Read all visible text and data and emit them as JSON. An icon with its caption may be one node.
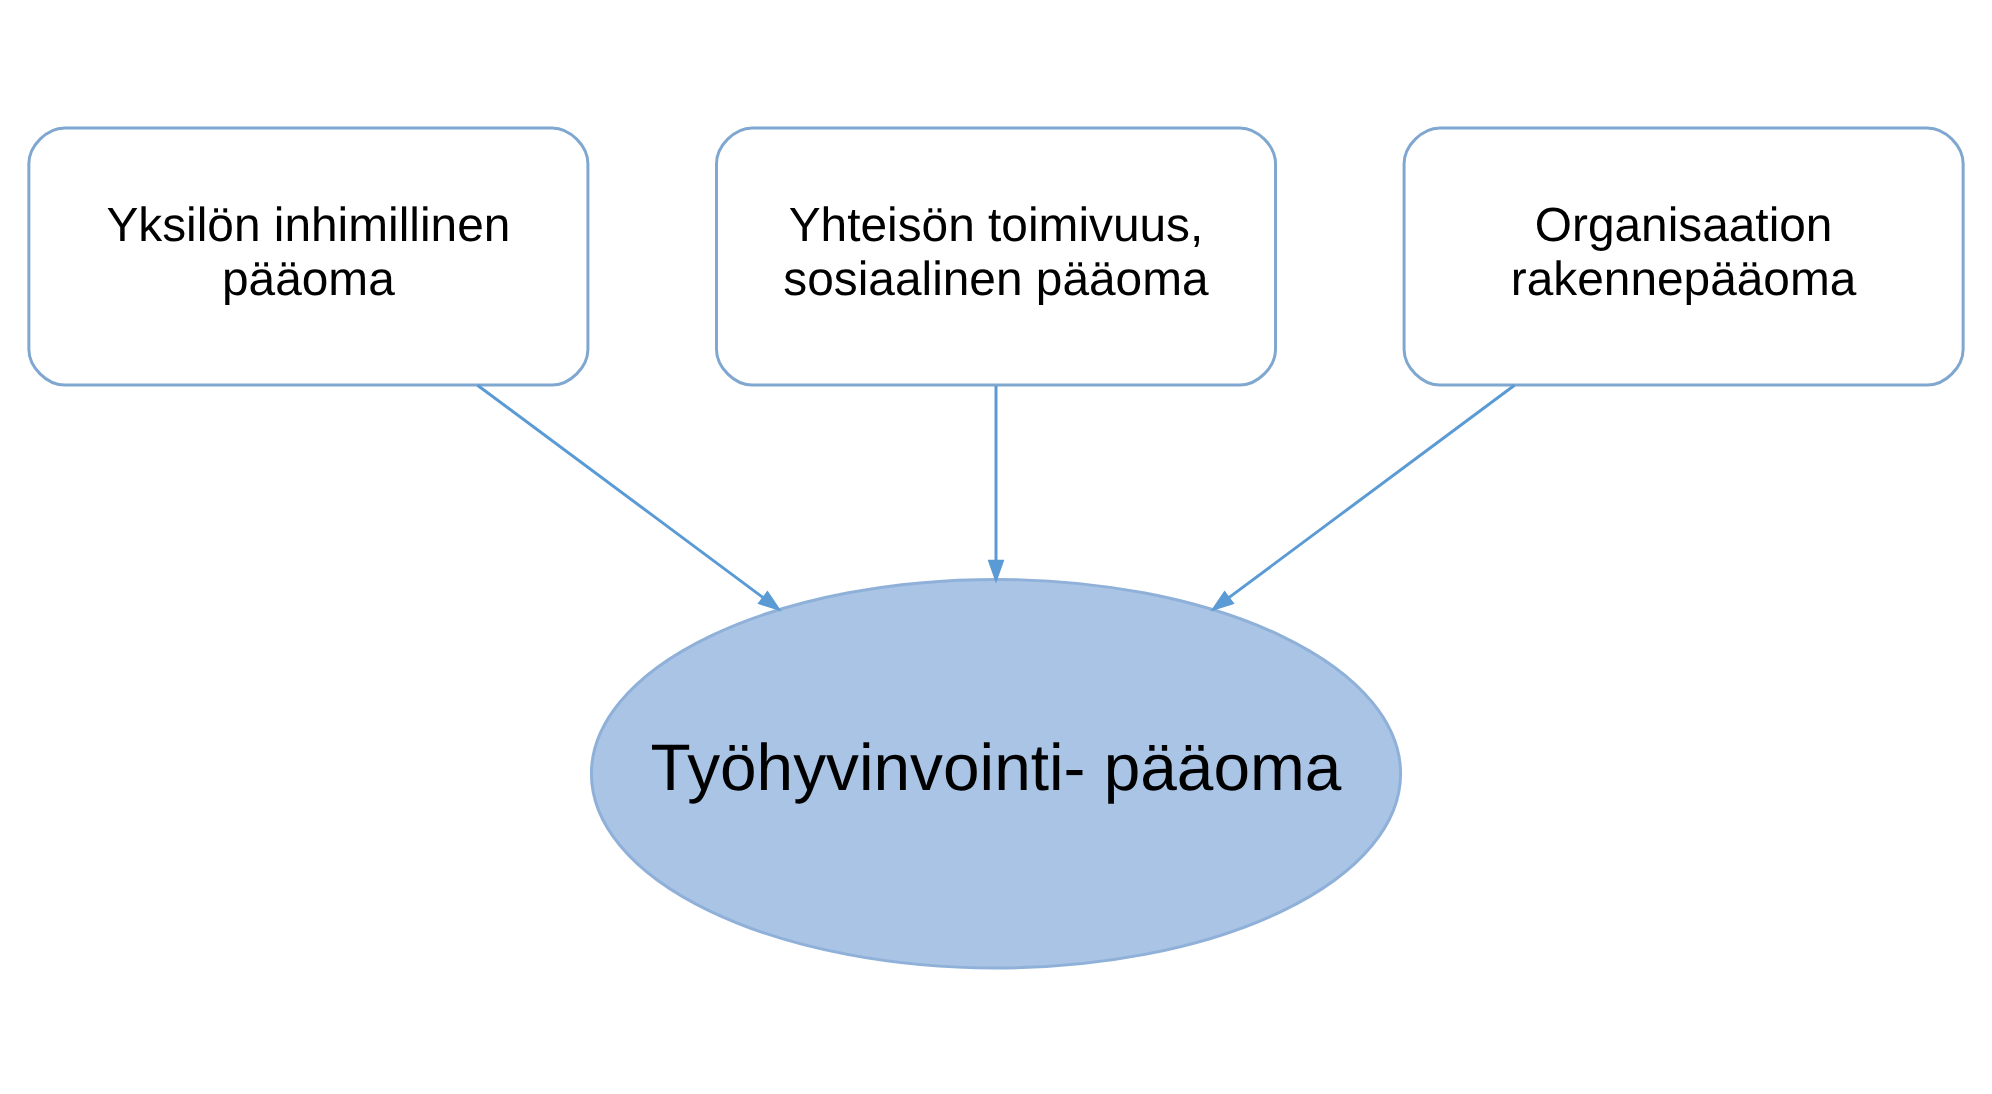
{
  "diagram": {
    "nodes": [
      {
        "text": [
          "Yhteisön toimivuus, sosiaalinen pääoma"
        ]
      },
      {
        "text": [
          "Yksilön inhimillinen pääoma"
        ]
      },
      {
        "text": [
          "Organisaation rakennepääoma"
        ]
      },
      {
        "text": [
          "Työhyvinvointi- pääoma"
        ]
      }
    ],
    "edges": [
      {
        "from": 1,
        "to": 3,
        "arrow": "to"
      },
      {
        "from": 0,
        "to": 3,
        "arrow": "to"
      },
      {
        "from": 2,
        "to": 3,
        "arrow": "to"
      }
    ]
  }
}
